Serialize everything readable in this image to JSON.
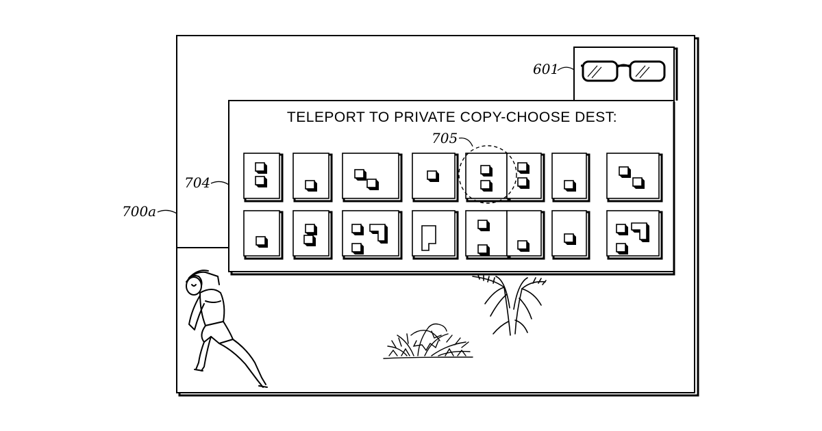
{
  "panel": {
    "title": "TELEPORT TO PRIVATE COPY-CHOOSE DEST:"
  },
  "references": {
    "scene": "700a",
    "menu": "704",
    "selection": "705",
    "headset": "601"
  },
  "icons": {
    "headset": "vr-glasses-icon",
    "person": "stretching-person",
    "plant_tall": "palm-plant",
    "plant_bush": "bush-plant"
  },
  "menu": {
    "rows": 2,
    "cols": 8,
    "selected": {
      "row": 1,
      "col": 5
    }
  }
}
